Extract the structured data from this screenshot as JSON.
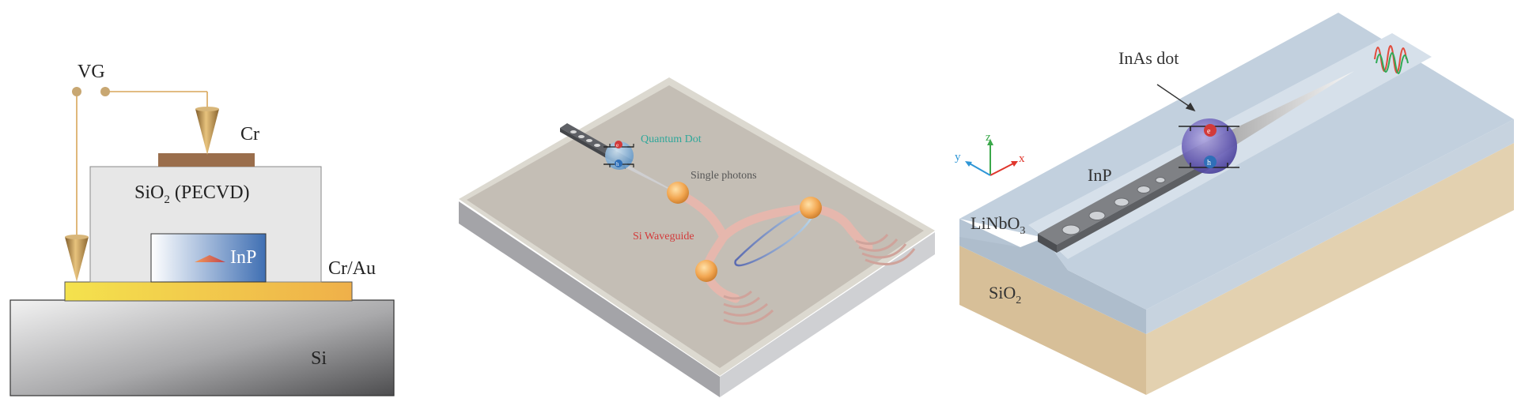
{
  "panel_a": {
    "vg": "VG",
    "cr": "Cr",
    "sio2_main": "SiO",
    "sio2_sub": "2",
    "sio2_tail": " (PECVD)",
    "inp": "InP",
    "crau": "Cr/Au",
    "si": "Si"
  },
  "panel_b": {
    "quantum_dot": "Quantum Dot",
    "single_photons": "Single photons",
    "si_waveguide": "Si Waveguide",
    "e_symbol": "e",
    "h_symbol": "h"
  },
  "panel_c": {
    "inas_dot": "InAs dot",
    "inp": "InP",
    "linbo3_main": "LiNbO",
    "linbo3_sub": "3",
    "sio2_main": "SiO",
    "sio2_sub": "2",
    "axis_x": "x",
    "axis_y": "y",
    "axis_z": "z",
    "e_symbol": "e",
    "h_symbol": "h"
  },
  "colors": {
    "gold": "#c9a46a",
    "si_dark": "#5a5a5c",
    "inp_blue": "#4a76b8",
    "crau_yellow": "#f2c24a",
    "cr_brown": "#9a6e4c",
    "waveguide_pink": "#e8b9b0",
    "linbo3_blue": "#b9c9d9",
    "sio2_tan": "#d7bf98",
    "qd_text": "#2fa79a",
    "si_wg_text": "#d33b3b"
  }
}
